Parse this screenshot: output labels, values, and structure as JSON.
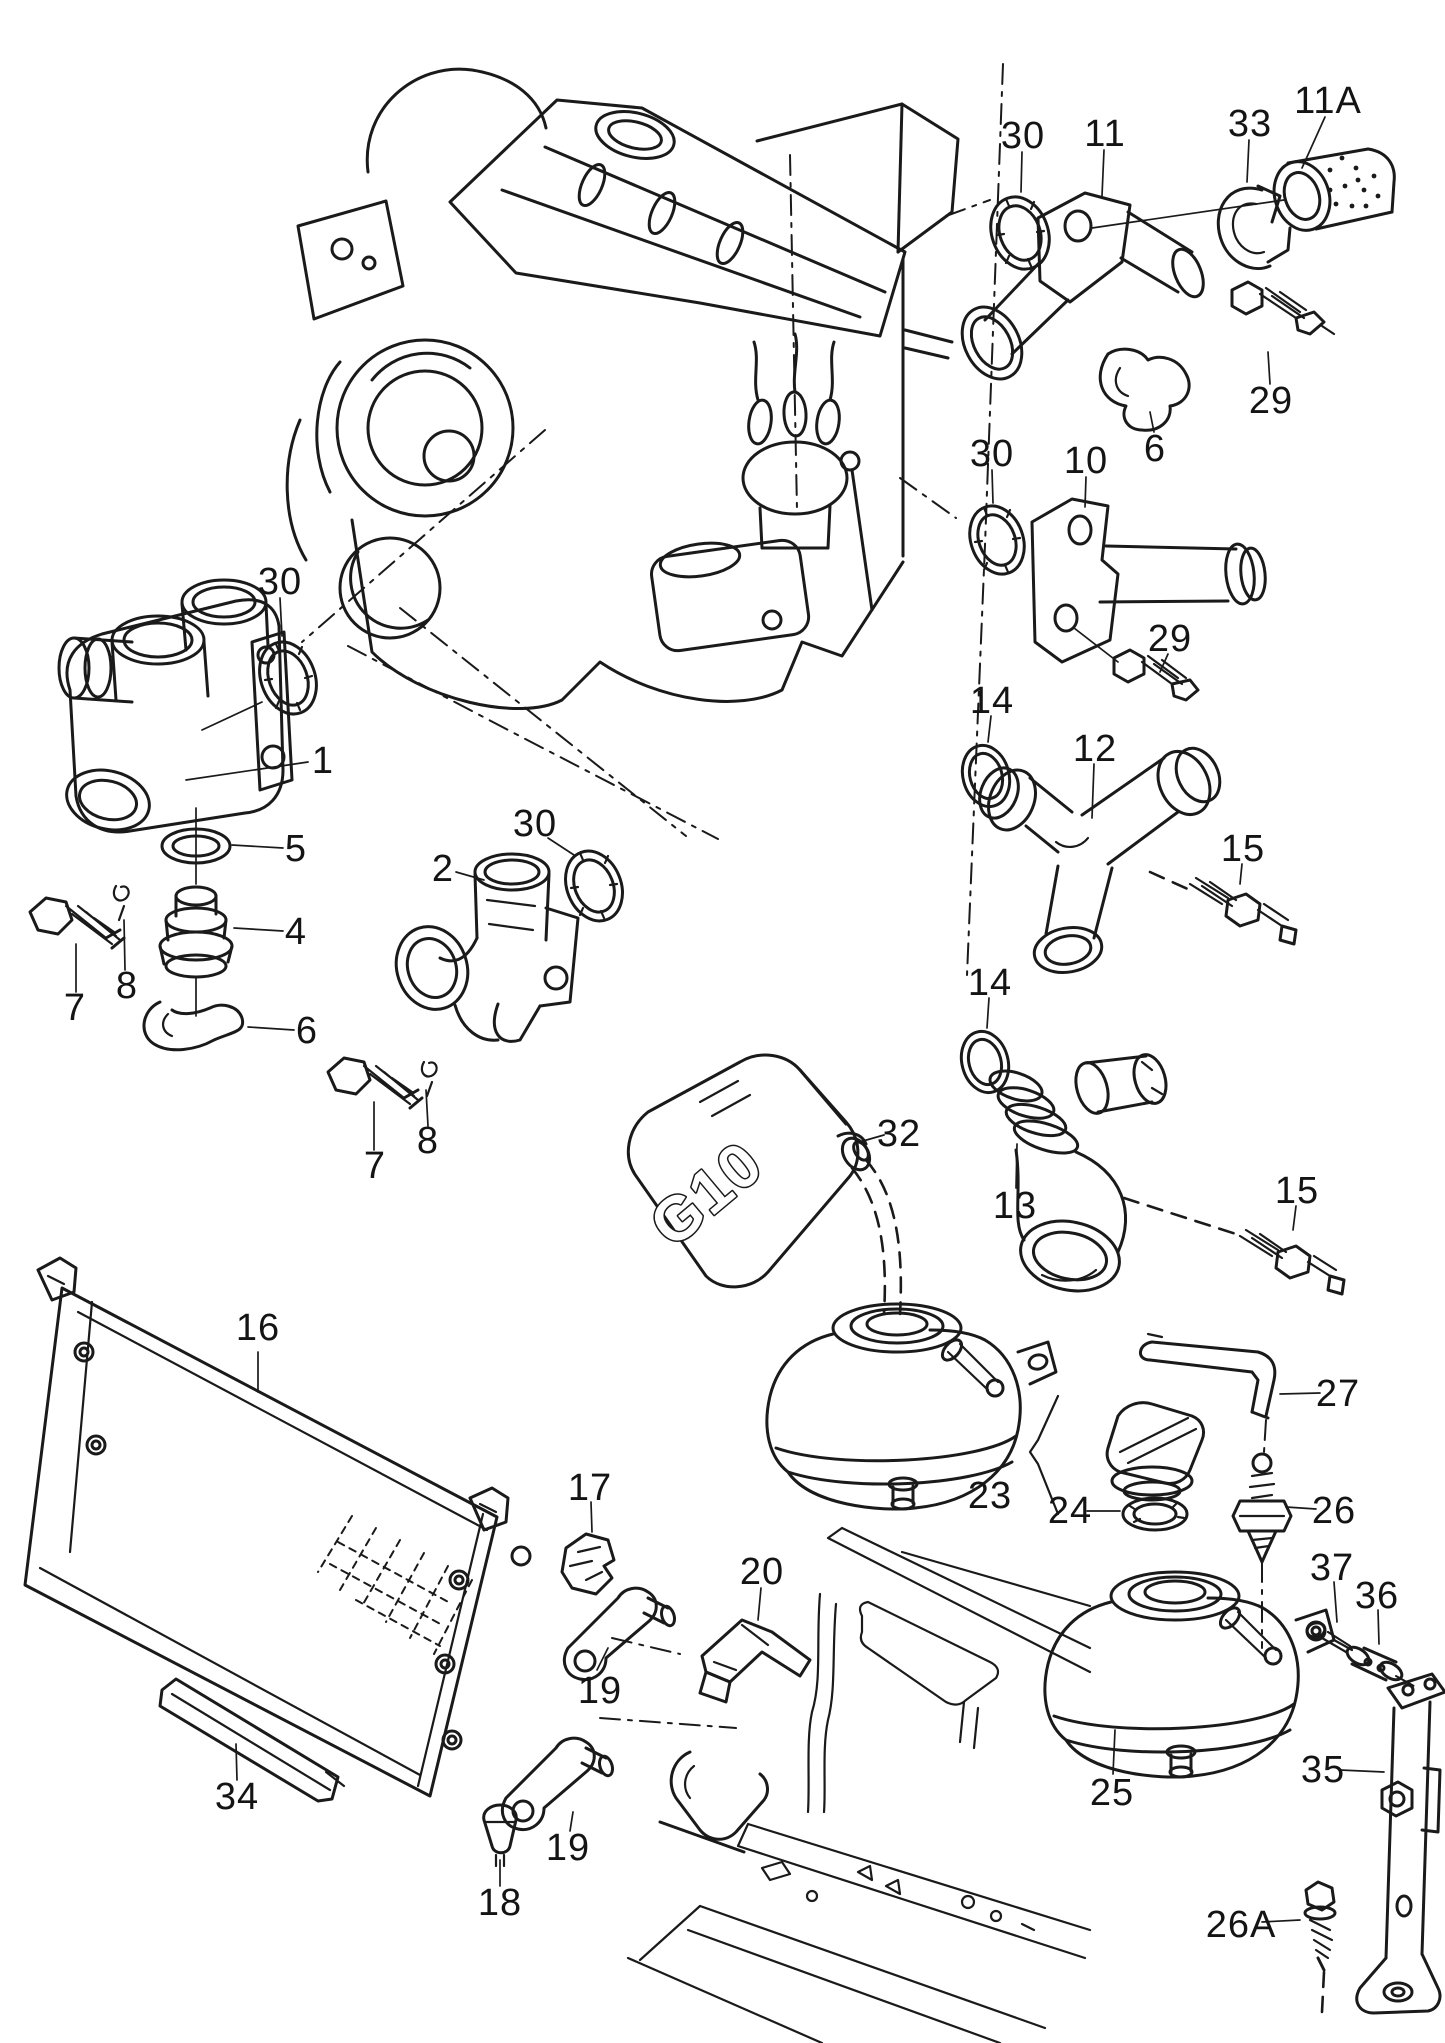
{
  "diagram": {
    "type": "exploded-parts-diagram",
    "subject": "engine cooling system: coolant flanges, hoses, radiator and expansion tanks",
    "background": "#ffffff",
    "line_color": "#1a1a1a",
    "highlight_color": "#2020e2",
    "jug_label": "G10",
    "highlights": [
      {
        "id": "upper-expansion-tank-marker"
      },
      {
        "id": "lower-expansion-tank-marker"
      }
    ],
    "callouts": [
      {
        "text": "30"
      },
      {
        "text": "11"
      },
      {
        "text": "33"
      },
      {
        "text": "11A"
      },
      {
        "text": "29"
      },
      {
        "text": "6"
      },
      {
        "text": "30"
      },
      {
        "text": "10"
      },
      {
        "text": "29"
      },
      {
        "text": "14"
      },
      {
        "text": "12"
      },
      {
        "text": "15"
      },
      {
        "text": "14"
      },
      {
        "text": "13"
      },
      {
        "text": "15"
      },
      {
        "text": "30"
      },
      {
        "text": "1"
      },
      {
        "text": "5"
      },
      {
        "text": "4"
      },
      {
        "text": "7"
      },
      {
        "text": "8"
      },
      {
        "text": "6"
      },
      {
        "text": "2"
      },
      {
        "text": "30"
      },
      {
        "text": "7"
      },
      {
        "text": "8"
      },
      {
        "text": "32"
      },
      {
        "text": "16"
      },
      {
        "text": "17"
      },
      {
        "text": "20"
      },
      {
        "text": "19"
      },
      {
        "text": "19"
      },
      {
        "text": "18"
      },
      {
        "text": "34"
      },
      {
        "text": "23"
      },
      {
        "text": "24"
      },
      {
        "text": "27"
      },
      {
        "text": "26"
      },
      {
        "text": "37"
      },
      {
        "text": "36"
      },
      {
        "text": "25"
      },
      {
        "text": "35"
      },
      {
        "text": "26A"
      }
    ]
  }
}
